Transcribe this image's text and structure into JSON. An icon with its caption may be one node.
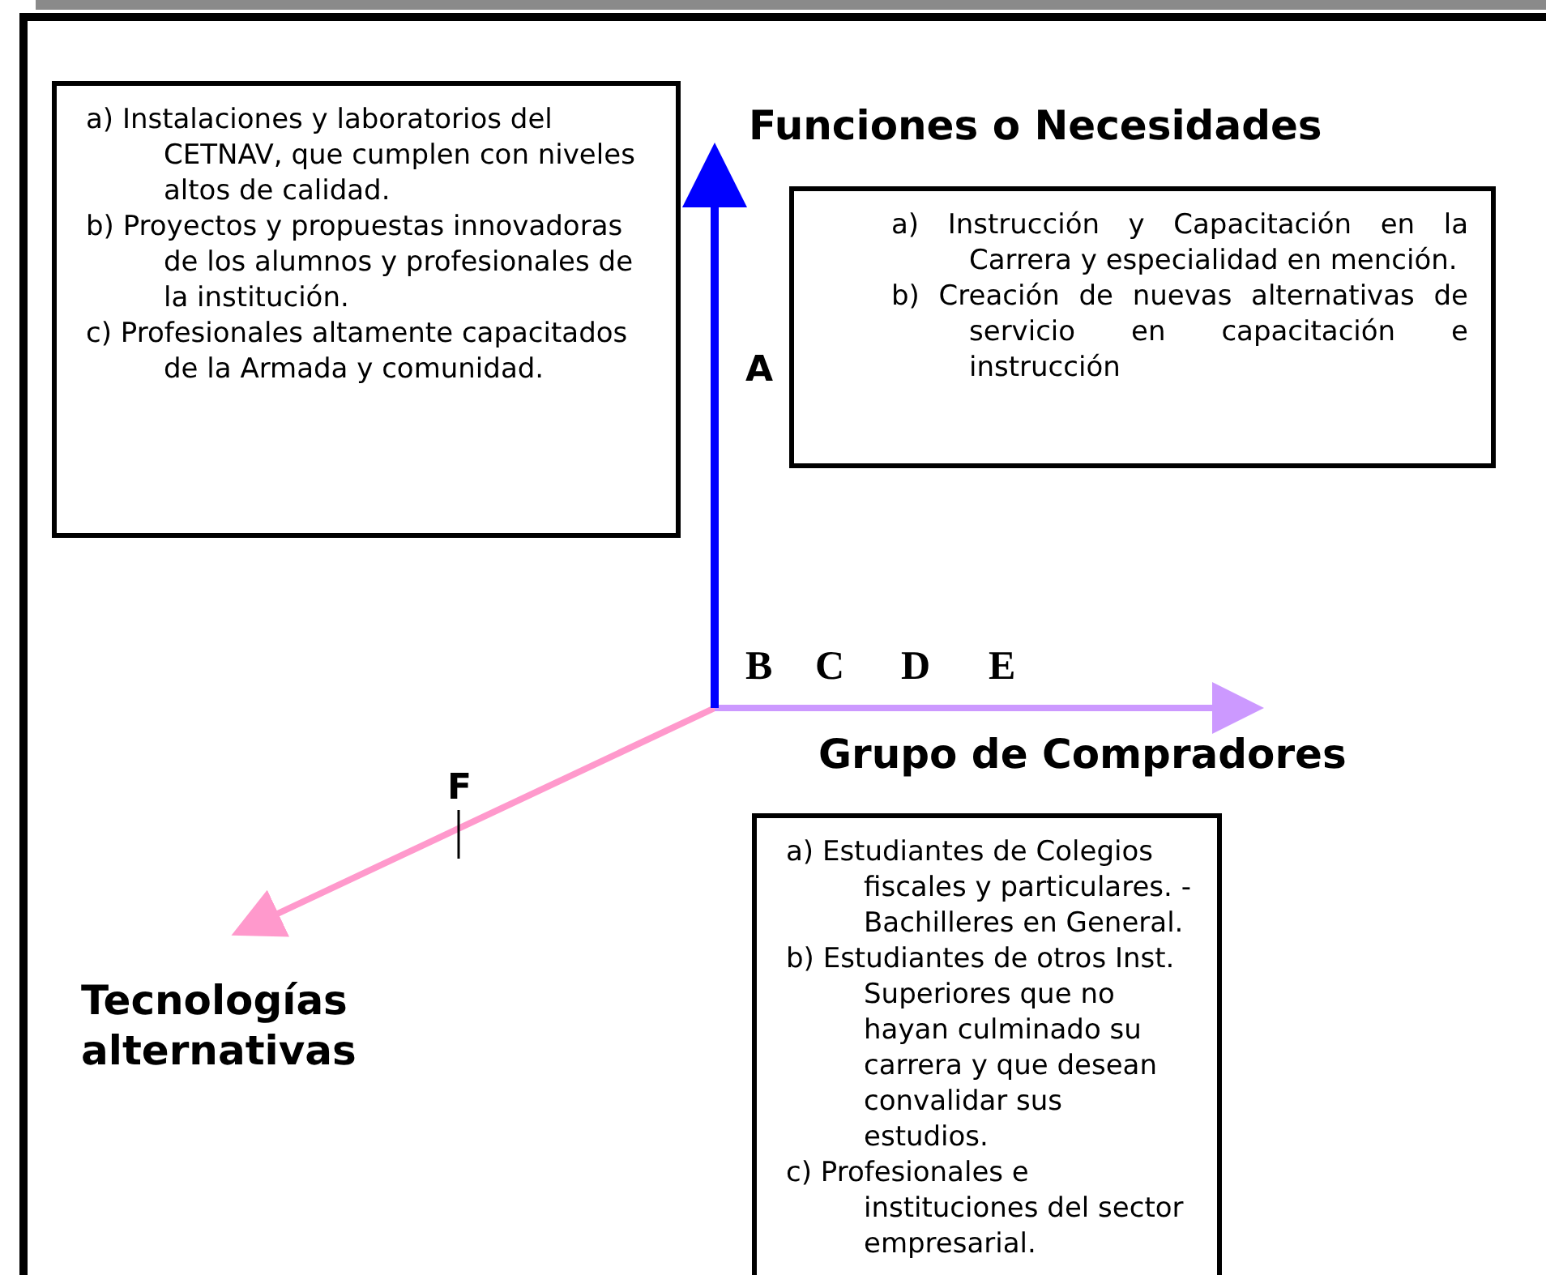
{
  "diagram": {
    "nodes": [
      {
        "text": [
          "a) Instalaciones y laboratorios del CETNAV, que cumplen con niveles altos de calidad.",
          "b) Proyectos y propuestas innovadoras de los alumnos y profesionales de la institución.",
          "c) Profesionales altamente capacitados de la Armada y comunidad."
        ]
      },
      {
        "text": [
          "a) Instrucción y Capacitación en la Carrera y especialidad en mención.",
          "b) Creación de nuevas alternativas de servicio en capacitación e instrucción"
        ]
      },
      {
        "text": [
          "a) Estudiantes de Colegios fiscales y particulares. - Bachilleres en General.",
          "b) Estudiantes de otros Inst. Superiores que no hayan culminado su carrera y que desean convalidar sus estudios.",
          "c) Profesionales e instituciones del sector empresarial."
        ]
      }
    ],
    "labels": [
      "Funciones o Necesidades",
      "A",
      "B",
      "C",
      "D",
      "E",
      "Grupo de Compradores",
      "F",
      "Tecnologías alternativas"
    ]
  }
}
